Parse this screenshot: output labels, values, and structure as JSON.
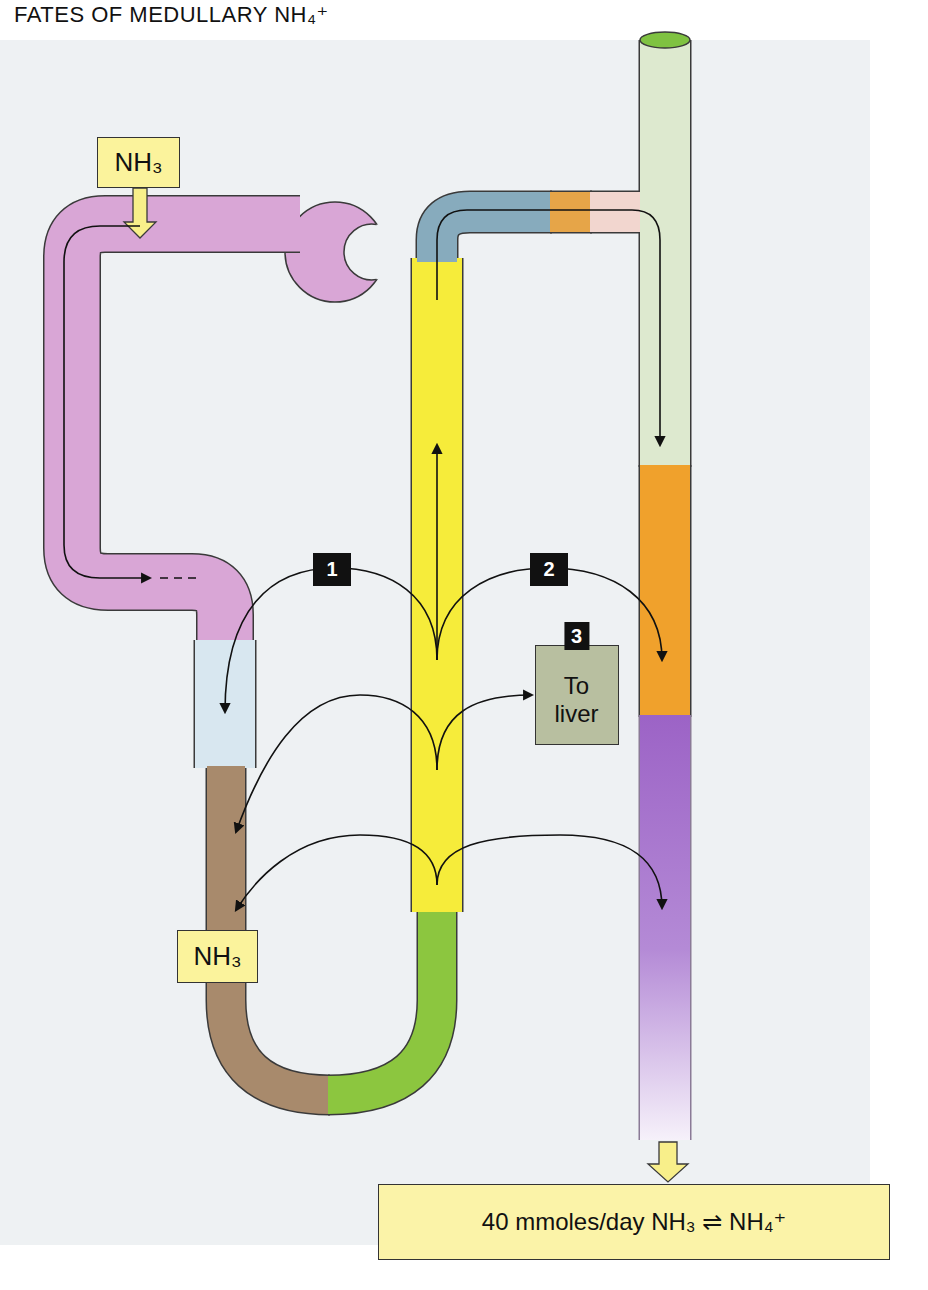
{
  "diagram": {
    "title": "FATES OF MEDULLARY NH₄⁺",
    "nodes": [
      {
        "text": [
          "NH₃"
        ]
      },
      {
        "text": [
          "1"
        ]
      },
      {
        "text": [
          "2"
        ]
      },
      {
        "text": [
          "3",
          "To liver"
        ]
      },
      {
        "text": [
          "NH₃"
        ]
      },
      {
        "text": [
          "40 mmoles/day NH₃ ⇌ NH₄⁺"
        ]
      }
    ]
  }
}
